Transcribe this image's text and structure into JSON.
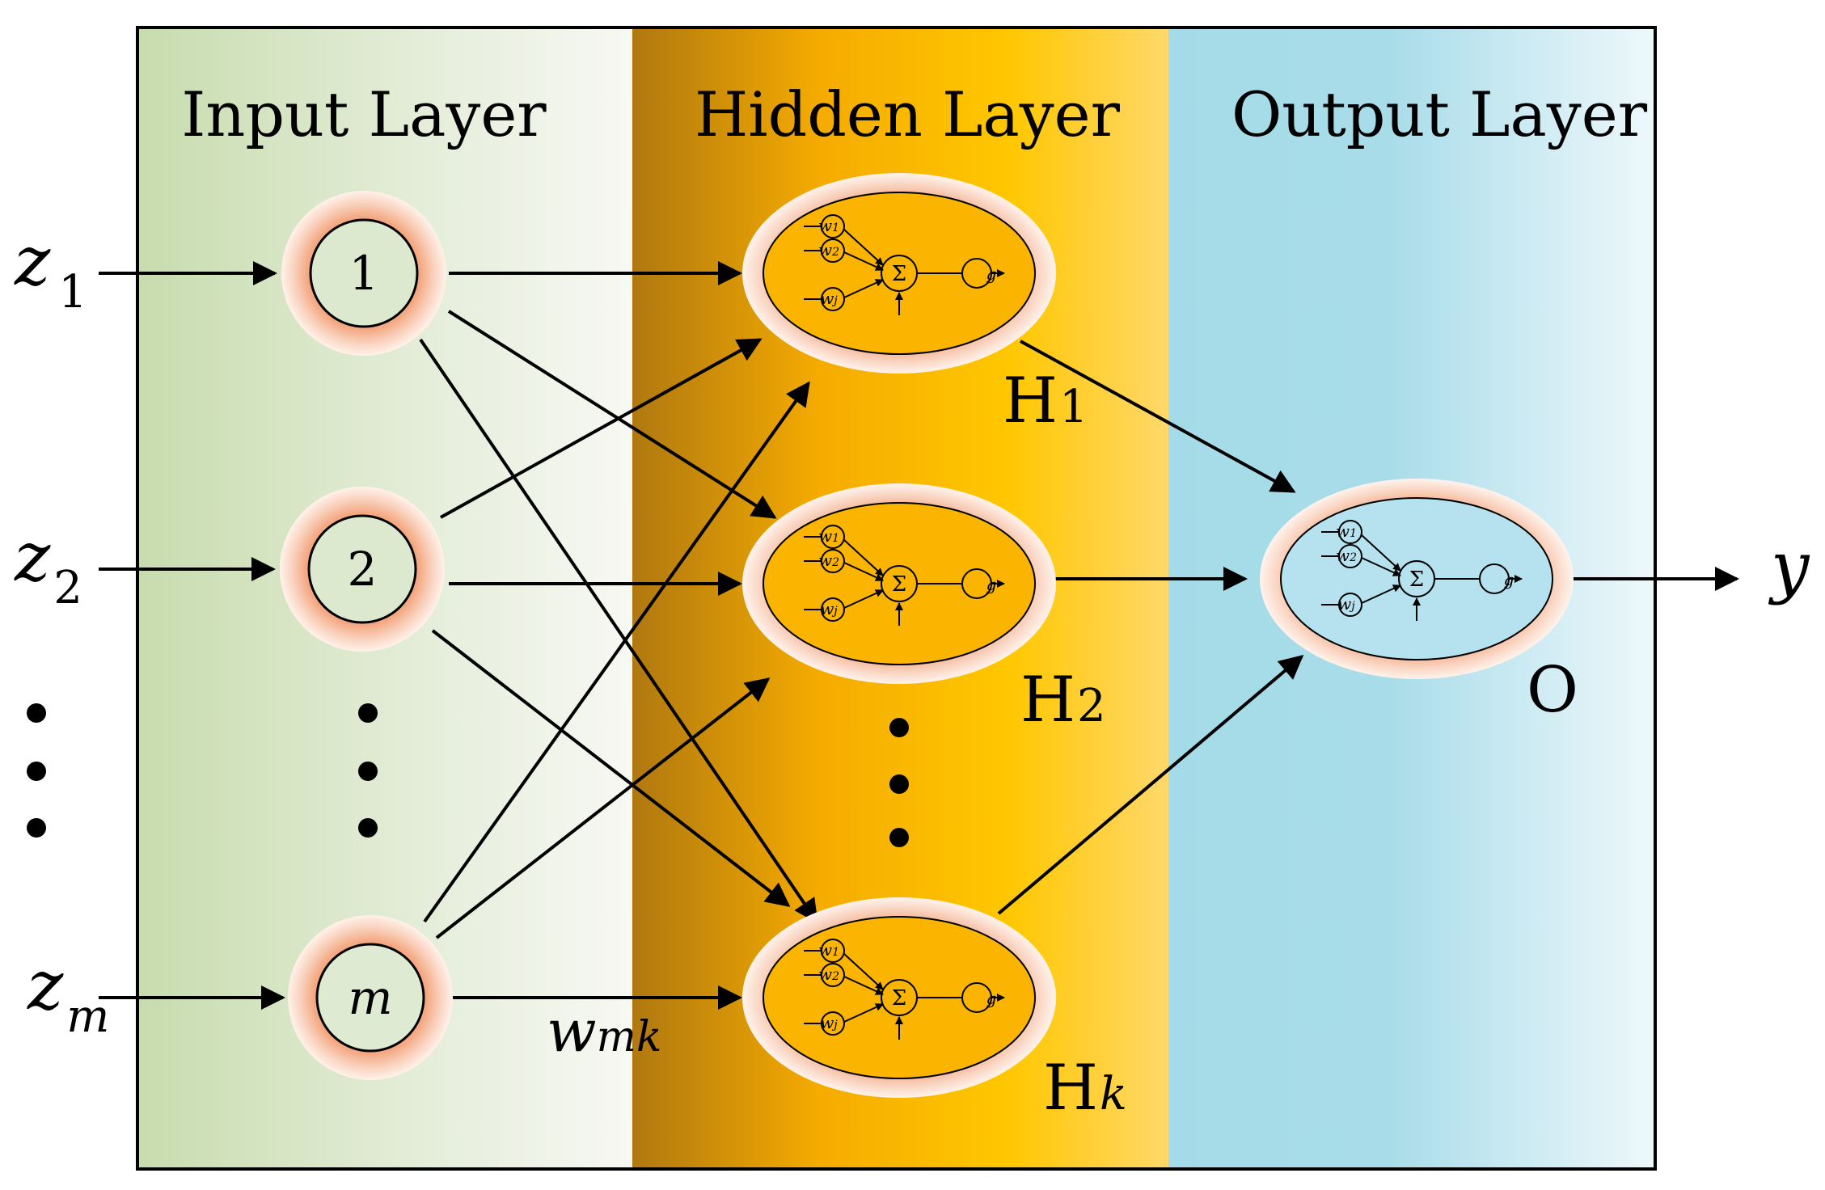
{
  "layers": {
    "input_title": "Input Layer",
    "hidden_title": "Hidden Layer",
    "output_title": "Output Layer"
  },
  "inputs": [
    {
      "var": "z",
      "sub": "1"
    },
    {
      "var": "z",
      "sub": "2"
    },
    {
      "var": "z",
      "sub": "m"
    }
  ],
  "input_nodes": [
    "1",
    "2",
    "m"
  ],
  "hidden_nodes": [
    {
      "main": "H",
      "sub": "1"
    },
    {
      "main": "H",
      "sub": "2"
    },
    {
      "main": "H",
      "sub": "k"
    }
  ],
  "output_node": "O",
  "output_var": "y",
  "weight_label": {
    "main": "w",
    "sub": "mk"
  },
  "neuron_detail": {
    "inputs": [
      {
        "w": "w",
        "sub": "1"
      },
      {
        "w": "w",
        "sub": "2"
      },
      {
        "w": "w",
        "sub": "j"
      }
    ],
    "sum": "Σ",
    "activation": "g"
  },
  "colors": {
    "input_bg": "#c7dcae",
    "hidden_bg_dark": "#b37a12",
    "hidden_bg": "#ffbe00",
    "output_bg": "#9fd8e6",
    "node_glow": "#f4b08f",
    "hidden_node_fill": "#fbb400",
    "output_node_fill": "#b5e2ee"
  }
}
